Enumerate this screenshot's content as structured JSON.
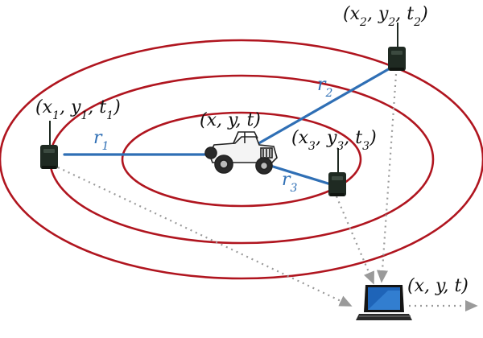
{
  "colors": {
    "ring": "#b0151f",
    "link": "#2f6fb5",
    "arrow": "#9a9a9a",
    "device": "#1f2a22"
  },
  "labels": {
    "sensor1": {
      "var": [
        "x",
        "y",
        "t"
      ],
      "sub": "1"
    },
    "sensor2": {
      "var": [
        "x",
        "y",
        "t"
      ],
      "sub": "2"
    },
    "sensor3": {
      "var": [
        "x",
        "y",
        "t"
      ],
      "sub": "3"
    },
    "target": "(x, y, t)",
    "output": "(x, y, t)",
    "r1": {
      "name": "r",
      "sub": "1"
    },
    "r2": {
      "name": "r",
      "sub": "2"
    },
    "r3": {
      "name": "r",
      "sub": "3"
    }
  },
  "icons": {
    "target": "jeep-icon",
    "sensors": "radio-transceiver-icon",
    "sink": "laptop-icon"
  }
}
